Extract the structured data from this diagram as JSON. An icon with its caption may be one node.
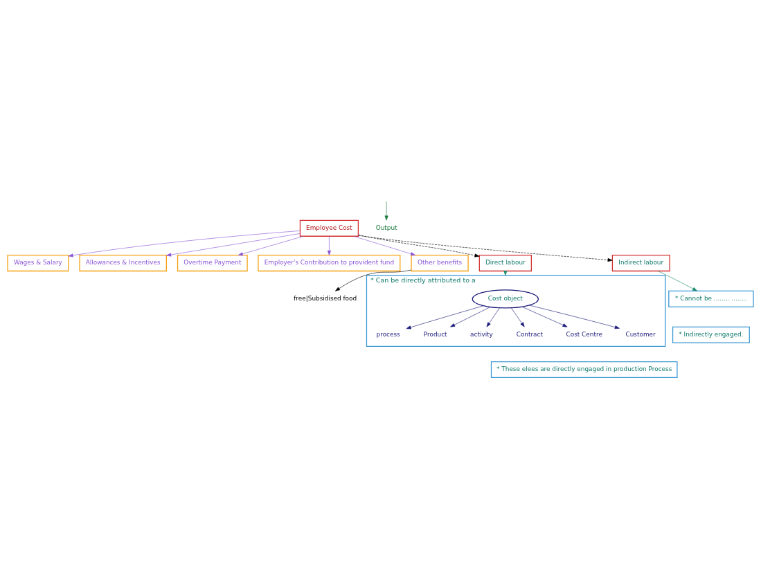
{
  "diagram": {
    "nodes": [
      {
        "text": [
          "Employee Cost"
        ]
      },
      {
        "text": [
          "Output"
        ]
      },
      {
        "text": [
          "Wages & Salary"
        ]
      },
      {
        "text": [
          "Allowances & Incentives"
        ]
      },
      {
        "text": [
          "Overtime Payment"
        ]
      },
      {
        "text": [
          "Employer's Contribution to provident fund"
        ]
      },
      {
        "text": [
          "Other benefits"
        ]
      },
      {
        "text": [
          "free|Subsidised food"
        ]
      },
      {
        "text": [
          "Direct labour"
        ]
      },
      {
        "text": [
          "Indirect labour"
        ]
      },
      {
        "text": [
          "* Can be directly attributed to a"
        ]
      },
      {
        "text": [
          "Cost object"
        ],
        "in": 10
      },
      {
        "text": [
          "process"
        ],
        "in": 10
      },
      {
        "text": [
          "Product"
        ],
        "in": 10
      },
      {
        "text": [
          "activity"
        ],
        "in": 10
      },
      {
        "text": [
          "Contract"
        ],
        "in": 10
      },
      {
        "text": [
          "Cost Centre"
        ],
        "in": 10
      },
      {
        "text": [
          "Customer"
        ],
        "in": 10
      },
      {
        "text": [
          "* Cannot be ........ ........"
        ]
      },
      {
        "text": [
          "* These elees are directly engaged in production Process"
        ]
      },
      {
        "text": [
          "* Indirectly engaged."
        ]
      }
    ],
    "edges": [
      {
        "from": null,
        "to": 1,
        "arrow": "to",
        "color": "#1a7a3c"
      },
      {
        "from": 0,
        "to": 2,
        "arrow": "to",
        "color": "#8a55d6"
      },
      {
        "from": 0,
        "to": 3,
        "arrow": "to",
        "color": "#8a55d6"
      },
      {
        "from": 0,
        "to": 4,
        "arrow": "to",
        "color": "#8a55d6"
      },
      {
        "from": 0,
        "to": 5,
        "arrow": "to",
        "color": "#8a55d6"
      },
      {
        "from": 0,
        "to": 6,
        "arrow": "to",
        "color": "#8a55d6"
      },
      {
        "from": 6,
        "to": 7,
        "arrow": "to",
        "color": "#000000"
      },
      {
        "from": 0,
        "to": 8,
        "arrow": "to",
        "style": "dashed",
        "color": "#000000"
      },
      {
        "from": 0,
        "to": 9,
        "arrow": "to",
        "style": "dashed",
        "color": "#000000"
      },
      {
        "from": 8,
        "to": 10,
        "arrow": "to",
        "color": "#1a8a6c"
      },
      {
        "from": 9,
        "to": 18,
        "arrow": "to",
        "color": "#1a8a6c"
      },
      {
        "from": 11,
        "to": 12,
        "arrow": "to"
      },
      {
        "from": 11,
        "to": 13,
        "arrow": "to"
      },
      {
        "from": 11,
        "to": 14,
        "arrow": "to"
      },
      {
        "from": 11,
        "to": 15,
        "arrow": "to"
      },
      {
        "from": 11,
        "to": 16,
        "arrow": "to"
      },
      {
        "from": 11,
        "to": 17,
        "arrow": "to"
      }
    ]
  }
}
